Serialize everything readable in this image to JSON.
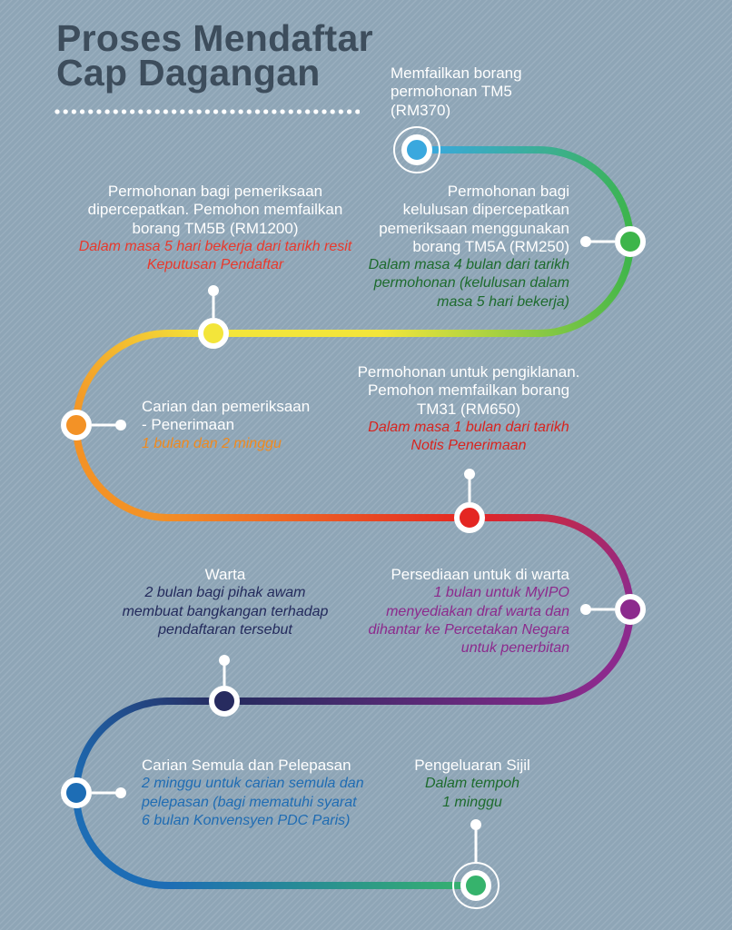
{
  "title": {
    "line1": "Proses Mendaftar",
    "line2": "Cap Dagangan",
    "color": "#3d4d5c"
  },
  "steps": [
    {
      "title": [
        "Memfailkan borang",
        "permohonan TM5",
        "(RM370)"
      ],
      "node_color": "#3aa8de"
    },
    {
      "title": [
        "Permohonan bagi",
        "kelulusan dipercepatkan",
        "pemeriksaan menggunakan",
        "borang TM5A (RM250)"
      ],
      "note": [
        "Dalam masa 4 bulan dari tarikh",
        "permohonan (kelulusan dalam",
        "masa 5 hari bekerja)"
      ],
      "node_color": "#3db54a",
      "note_color": "#1d6b2d"
    },
    {
      "title": [
        "Permohonan bagi pemeriksaan",
        "dipercepatkan. Pemohon memfailkan",
        "borang TM5B (RM1200)"
      ],
      "note": [
        "Dalam masa 5 hari bekerja dari tarikh resit",
        "Keputusan Pendaftar"
      ],
      "node_color": "#f3e53a",
      "note_color": "#e8392c"
    },
    {
      "title": [
        "Carian dan pemeriksaan",
        "- Penerimaan"
      ],
      "note": [
        "1 bulan dan 2 minggu"
      ],
      "node_color": "#f39226",
      "note_color": "#f08a1e"
    },
    {
      "title": [
        "Permohonan untuk pengiklanan.",
        "Pemohon memfailkan borang",
        "TM31 (RM650)"
      ],
      "note": [
        "Dalam masa 1 bulan dari tarikh",
        "Notis Penerimaan"
      ],
      "node_color": "#e42622",
      "note_color": "#d8241f"
    },
    {
      "title": [
        "Persediaan untuk di warta"
      ],
      "note": [
        "1 bulan untuk MyIPO",
        "menyediakan draf warta dan",
        "dihantar ke Percetakan Negara",
        "untuk penerbitan"
      ],
      "node_color": "#8c2a8d",
      "note_color": "#8c2a8d"
    },
    {
      "title": [
        "Warta"
      ],
      "note": [
        "2 bulan bagi pihak awam",
        "membuat bangkangan terhadap",
        "pendaftaran tersebut"
      ],
      "node_color": "#272b5f",
      "note_color": "#232a5c"
    },
    {
      "title": [
        "Carian Semula dan Pelepasan"
      ],
      "note": [
        "2 minggu untuk carian semula dan",
        "pelepasan (bagi mematuhi syarat",
        "6 bulan Konvensyen PDC Paris)"
      ],
      "node_color": "#1d6db5",
      "note_color": "#1f6cb3"
    },
    {
      "title": [
        "Pengeluaran Sijil"
      ],
      "note": [
        "Dalam tempoh",
        "1 minggu"
      ],
      "node_color": "#36b36c",
      "note_color": "#1d6b2d"
    }
  ]
}
